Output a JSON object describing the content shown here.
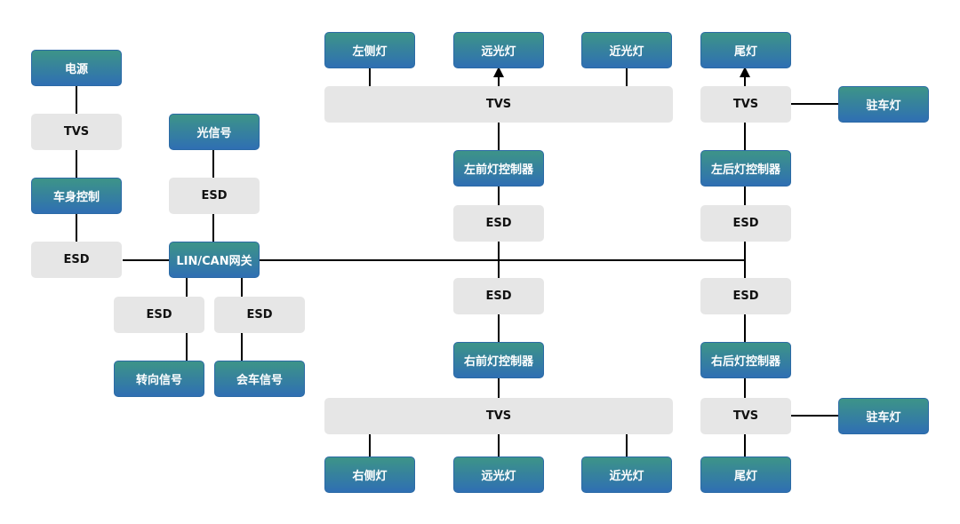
{
  "nodes": {
    "power": "电源",
    "tvs": "TVS",
    "body_control": "车身控制",
    "esd": "ESD",
    "light_signal": "光信号",
    "gateway": "LIN/CAN网关",
    "turn_signal": "转向信号",
    "meeting_signal": "会车信号",
    "left_side_light": "左侧灯",
    "right_side_light": "右侧灯",
    "high_beam": "远光灯",
    "low_beam": "近光灯",
    "tail_light": "尾灯",
    "parking_light": "驻车灯",
    "left_front_controller": "左前灯控制器",
    "right_front_controller": "右前灯控制器",
    "left_rear_controller": "左后灯控制器",
    "right_rear_controller": "右后灯控制器"
  }
}
